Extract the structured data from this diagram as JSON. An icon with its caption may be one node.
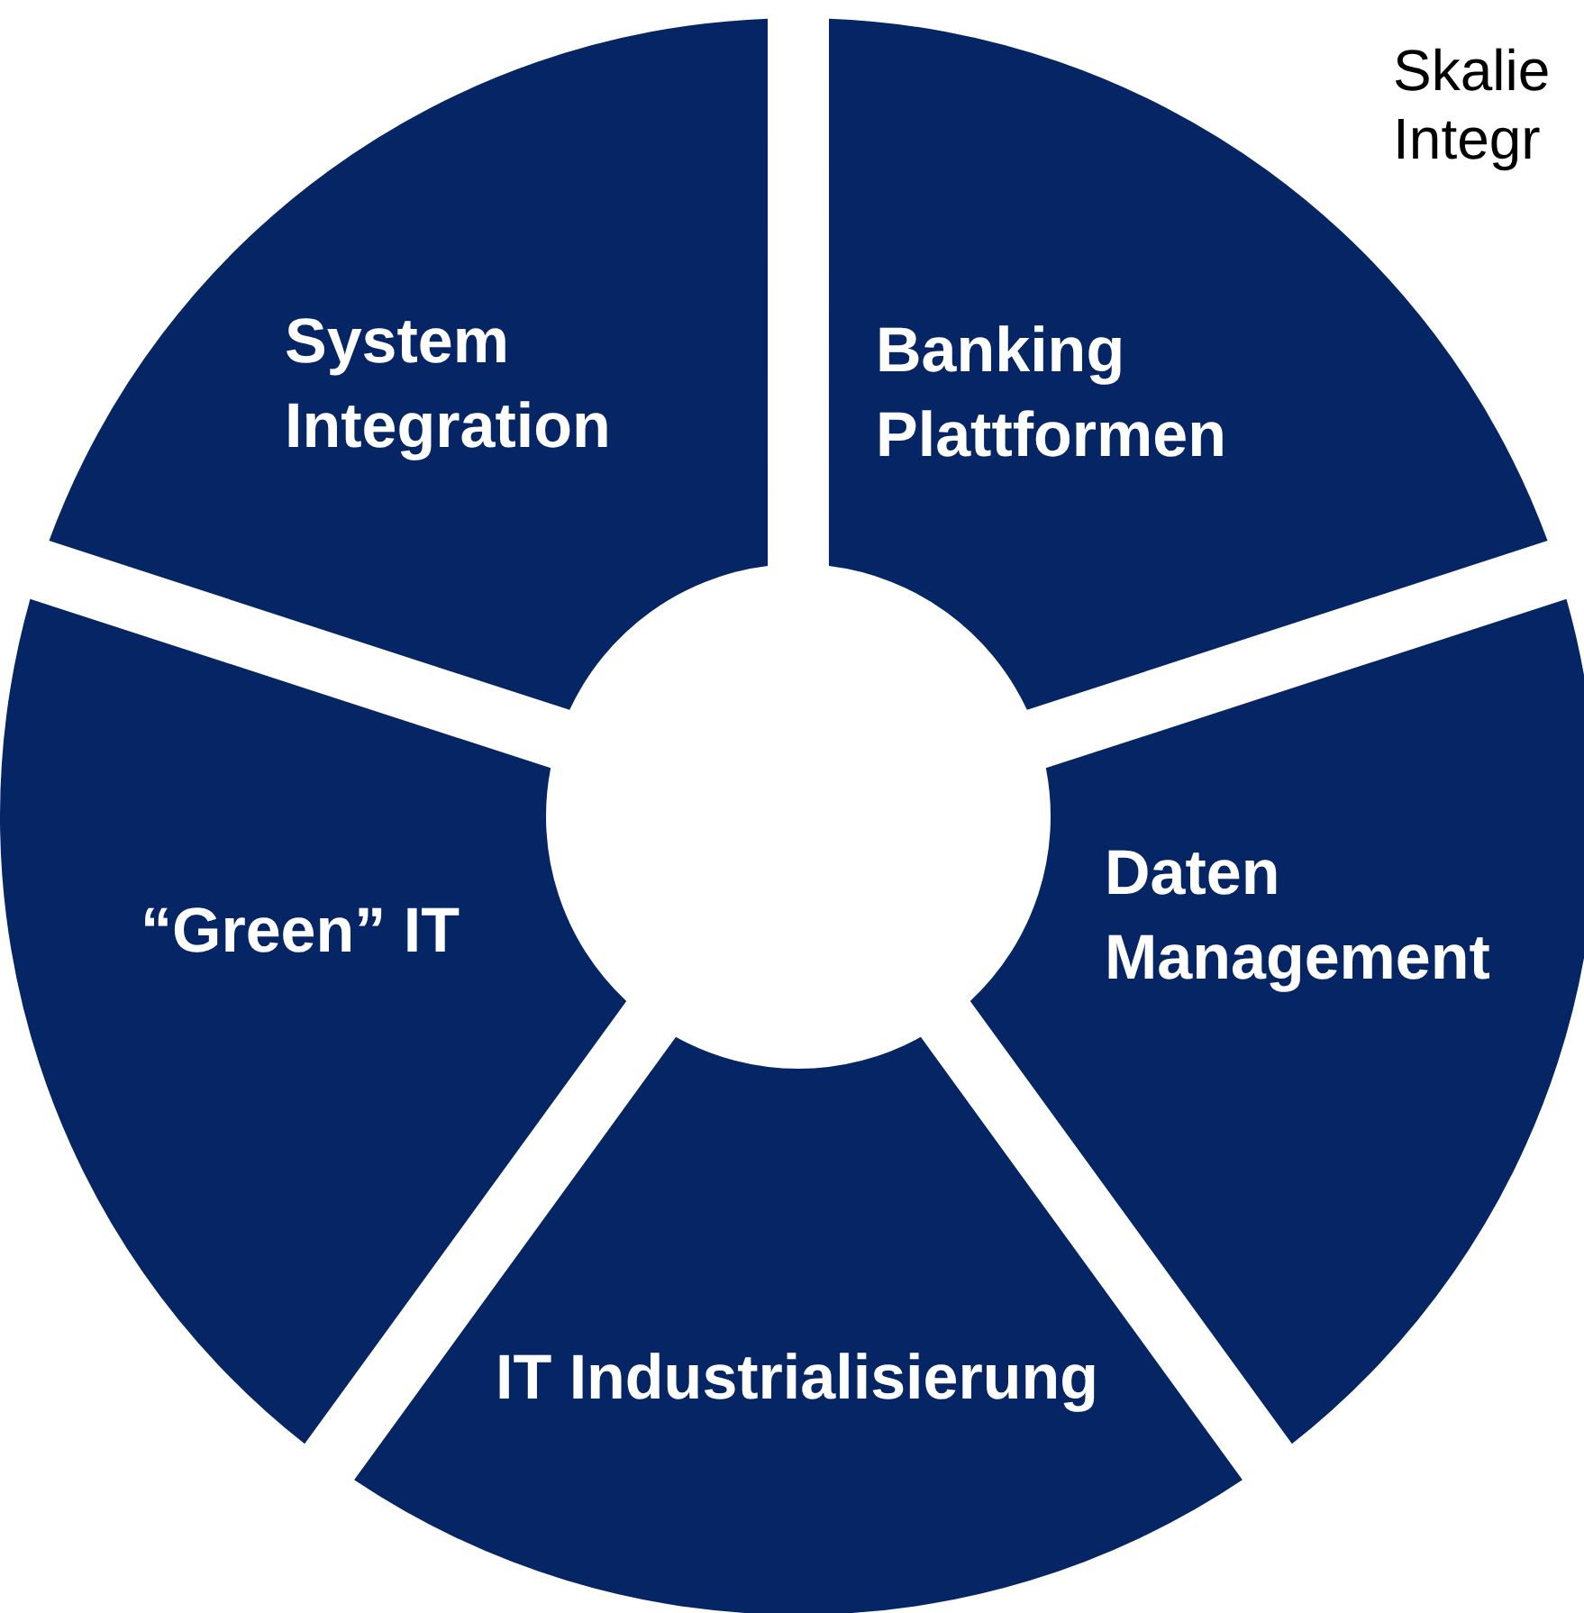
{
  "diagram": {
    "nodes": [
      {
        "text": [
          "System Integration"
        ]
      },
      {
        "text": [
          "Banking Plattformen"
        ]
      },
      {
        "text": [
          "Daten Management"
        ]
      },
      {
        "text": [
          "IT Industrialisierung"
        ]
      },
      {
        "text": [
          "“Green” IT"
        ]
      }
    ],
    "labels": [
      "Skalie Integr"
    ]
  }
}
